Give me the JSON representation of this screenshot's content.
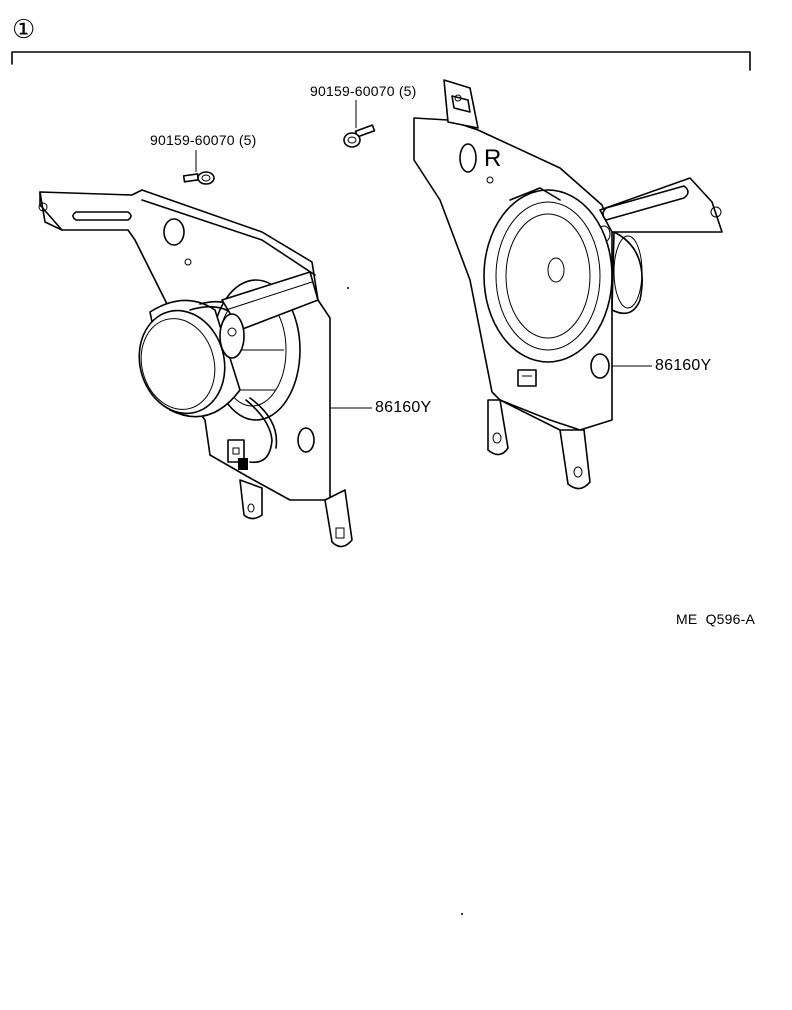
{
  "figure": {
    "index_mark": "①",
    "callouts": {
      "bolt_left": "90159-60070 (5)",
      "bolt_right": "90159-60070 (5)",
      "speaker_left": "86160Y",
      "speaker_right": "86160Y",
      "bracket_letter": "R"
    },
    "catalog_code": "ME  Q596-A"
  }
}
